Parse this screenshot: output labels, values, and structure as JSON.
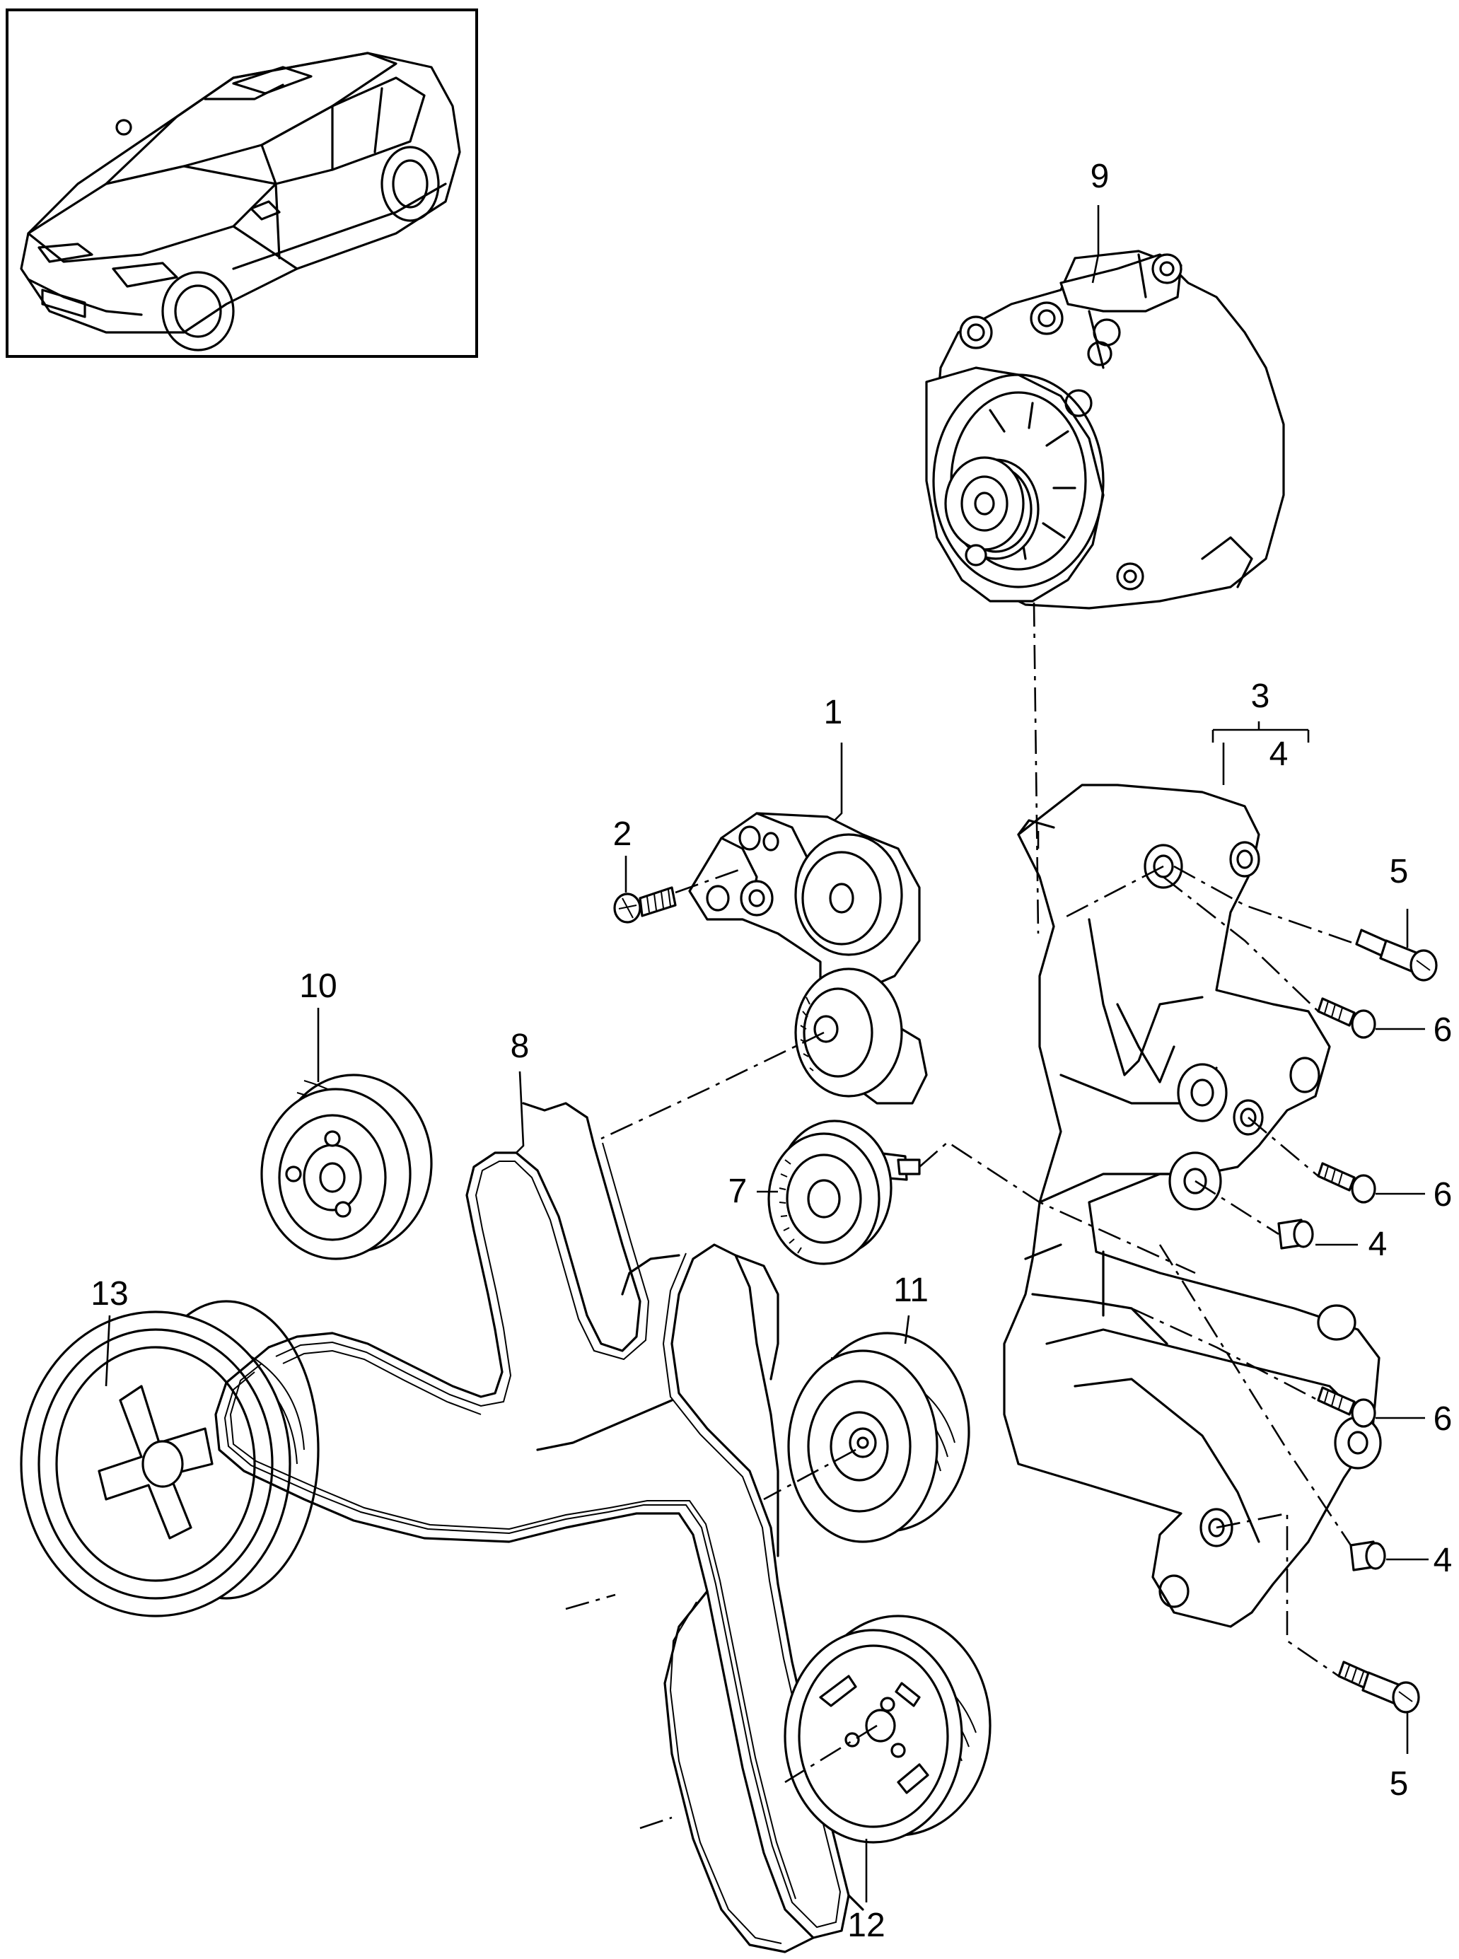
{
  "callouts": {
    "c1": "1",
    "c2": "2",
    "c3": "3",
    "c3_sub": "4",
    "c4a": "4",
    "c4b": "4",
    "c5a": "5",
    "c5b": "5",
    "c6a": "6",
    "c6b": "6",
    "c6c": "6",
    "c7": "7",
    "c8": "8",
    "c9": "9",
    "c10": "10",
    "c11": "11",
    "c12": "12",
    "c13": "13"
  }
}
